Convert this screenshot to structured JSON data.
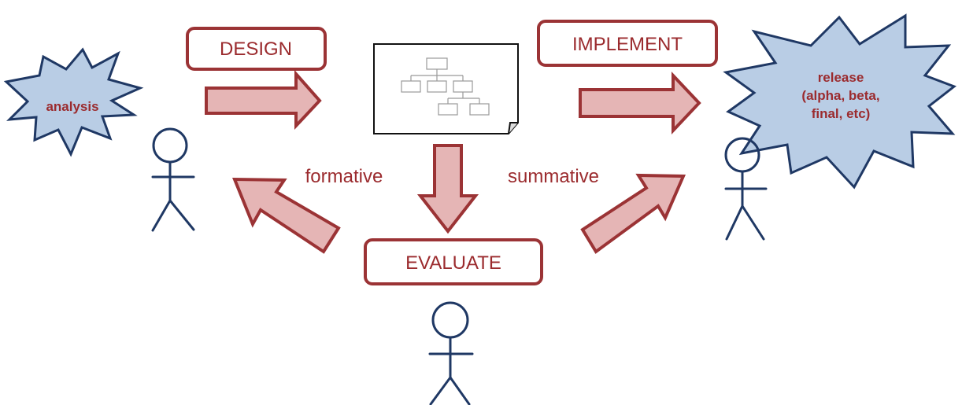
{
  "stages": {
    "design": "DESIGN",
    "implement": "IMPLEMENT",
    "evaluate": "EVALUATE"
  },
  "edges": {
    "formative": "formative",
    "summative": "summative"
  },
  "bursts": {
    "analysis": [
      "analysis"
    ],
    "release": [
      "release",
      "(alpha, beta,",
      "final, etc)"
    ]
  },
  "colors": {
    "stage_text": "#9b2b2e",
    "stage_border": "#9b3335",
    "arrow_fill": "#e5b5b5",
    "burst_fill": "#b9cde5",
    "burst_border": "#1f3864",
    "person_stroke": "#1f3864"
  },
  "icons": [
    "person-icon",
    "document-icon",
    "org-chart-icon",
    "starburst-shape",
    "block-arrow"
  ]
}
